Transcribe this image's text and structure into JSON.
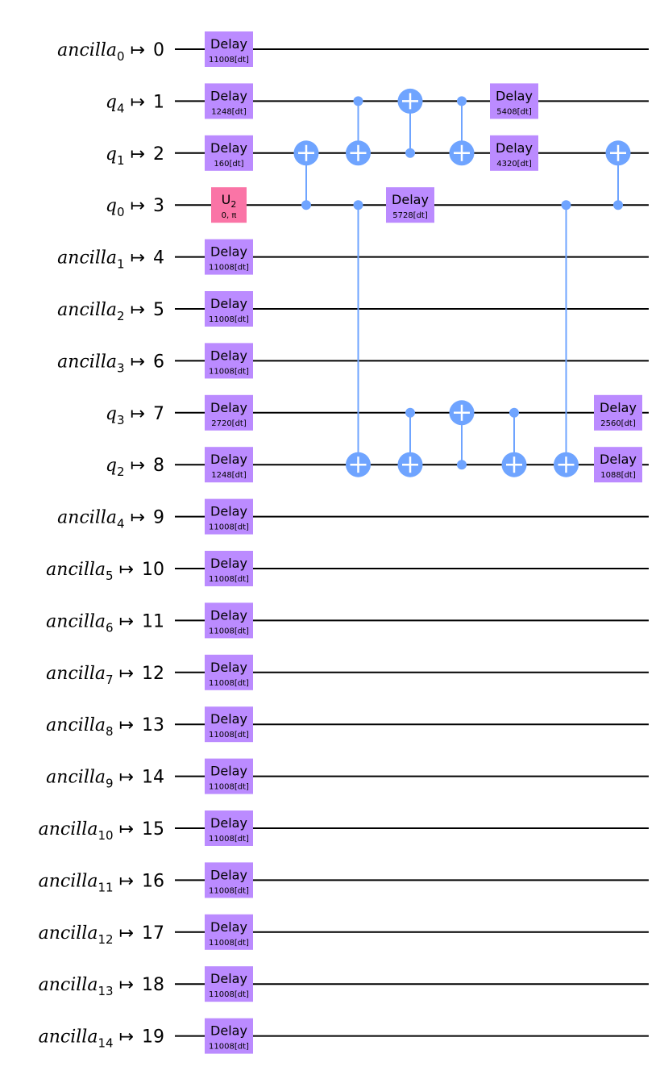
{
  "colors": {
    "wire": "#000000",
    "delay_gate": "#bb8bff",
    "u2_gate": "#fa74a6",
    "cx": "#6fa4ff",
    "cx_plus": "#ffffff"
  },
  "qubits": [
    {
      "name": "ancilla",
      "sub": "0",
      "index": "0"
    },
    {
      "name": "q",
      "sub": "4",
      "index": "1"
    },
    {
      "name": "q",
      "sub": "1",
      "index": "2"
    },
    {
      "name": "q",
      "sub": "0",
      "index": "3"
    },
    {
      "name": "ancilla",
      "sub": "1",
      "index": "4"
    },
    {
      "name": "ancilla",
      "sub": "2",
      "index": "5"
    },
    {
      "name": "ancilla",
      "sub": "3",
      "index": "6"
    },
    {
      "name": "q",
      "sub": "3",
      "index": "7"
    },
    {
      "name": "q",
      "sub": "2",
      "index": "8"
    },
    {
      "name": "ancilla",
      "sub": "4",
      "index": "9"
    },
    {
      "name": "ancilla",
      "sub": "5",
      "index": "10"
    },
    {
      "name": "ancilla",
      "sub": "6",
      "index": "11"
    },
    {
      "name": "ancilla",
      "sub": "7",
      "index": "12"
    },
    {
      "name": "ancilla",
      "sub": "8",
      "index": "13"
    },
    {
      "name": "ancilla",
      "sub": "9",
      "index": "14"
    },
    {
      "name": "ancilla",
      "sub": "10",
      "index": "15"
    },
    {
      "name": "ancilla",
      "sub": "11",
      "index": "16"
    },
    {
      "name": "ancilla",
      "sub": "12",
      "index": "17"
    },
    {
      "name": "ancilla",
      "sub": "13",
      "index": "18"
    },
    {
      "name": "ancilla",
      "sub": "14",
      "index": "19"
    }
  ],
  "arrow_symbol": "↦",
  "gates": [
    {
      "type": "delay",
      "wire": 0,
      "col": 0,
      "label": "Delay",
      "param": "11008[dt]"
    },
    {
      "type": "delay",
      "wire": 1,
      "col": 0,
      "label": "Delay",
      "param": "1248[dt]"
    },
    {
      "type": "delay",
      "wire": 2,
      "col": 0,
      "label": "Delay",
      "param": "160[dt]"
    },
    {
      "type": "u2",
      "wire": 3,
      "col": 0,
      "label": "U",
      "label_sub": "2",
      "param": "0, π"
    },
    {
      "type": "delay",
      "wire": 4,
      "col": 0,
      "label": "Delay",
      "param": "11008[dt]"
    },
    {
      "type": "delay",
      "wire": 5,
      "col": 0,
      "label": "Delay",
      "param": "11008[dt]"
    },
    {
      "type": "delay",
      "wire": 6,
      "col": 0,
      "label": "Delay",
      "param": "11008[dt]"
    },
    {
      "type": "delay",
      "wire": 7,
      "col": 0,
      "label": "Delay",
      "param": "2720[dt]"
    },
    {
      "type": "delay",
      "wire": 8,
      "col": 0,
      "label": "Delay",
      "param": "1248[dt]"
    },
    {
      "type": "delay",
      "wire": 9,
      "col": 0,
      "label": "Delay",
      "param": "11008[dt]"
    },
    {
      "type": "delay",
      "wire": 10,
      "col": 0,
      "label": "Delay",
      "param": "11008[dt]"
    },
    {
      "type": "delay",
      "wire": 11,
      "col": 0,
      "label": "Delay",
      "param": "11008[dt]"
    },
    {
      "type": "delay",
      "wire": 12,
      "col": 0,
      "label": "Delay",
      "param": "11008[dt]"
    },
    {
      "type": "delay",
      "wire": 13,
      "col": 0,
      "label": "Delay",
      "param": "11008[dt]"
    },
    {
      "type": "delay",
      "wire": 14,
      "col": 0,
      "label": "Delay",
      "param": "11008[dt]"
    },
    {
      "type": "delay",
      "wire": 15,
      "col": 0,
      "label": "Delay",
      "param": "11008[dt]"
    },
    {
      "type": "delay",
      "wire": 16,
      "col": 0,
      "label": "Delay",
      "param": "11008[dt]"
    },
    {
      "type": "delay",
      "wire": 17,
      "col": 0,
      "label": "Delay",
      "param": "11008[dt]"
    },
    {
      "type": "delay",
      "wire": 18,
      "col": 0,
      "label": "Delay",
      "param": "11008[dt]"
    },
    {
      "type": "delay",
      "wire": 19,
      "col": 0,
      "label": "Delay",
      "param": "11008[dt]"
    },
    {
      "type": "cx",
      "col": 1,
      "control": 3,
      "target": 2
    },
    {
      "type": "cx",
      "col": 2,
      "control": 1,
      "target": 2
    },
    {
      "type": "cx",
      "col": 2,
      "control": 3,
      "target": 8
    },
    {
      "type": "cx",
      "col": 3,
      "control": 2,
      "target": 1
    },
    {
      "type": "cx",
      "col": 3,
      "control": 7,
      "target": 8
    },
    {
      "type": "delay",
      "wire": 3,
      "col": 3,
      "label": "Delay",
      "param": "5728[dt]"
    },
    {
      "type": "cx",
      "col": 4,
      "control": 1,
      "target": 2
    },
    {
      "type": "cx",
      "col": 4,
      "control": 8,
      "target": 7
    },
    {
      "type": "delay",
      "wire": 1,
      "col": 5,
      "label": "Delay",
      "param": "5408[dt]"
    },
    {
      "type": "delay",
      "wire": 2,
      "col": 5,
      "label": "Delay",
      "param": "4320[dt]"
    },
    {
      "type": "cx",
      "col": 5,
      "control": 7,
      "target": 8
    },
    {
      "type": "cx",
      "col": 6,
      "control": 3,
      "target": 8
    },
    {
      "type": "cx",
      "col": 7,
      "control": 3,
      "target": 2
    },
    {
      "type": "delay",
      "wire": 7,
      "col": 7,
      "label": "Delay",
      "param": "2560[dt]"
    },
    {
      "type": "delay",
      "wire": 8,
      "col": 7,
      "label": "Delay",
      "param": "1088[dt]"
    }
  ]
}
